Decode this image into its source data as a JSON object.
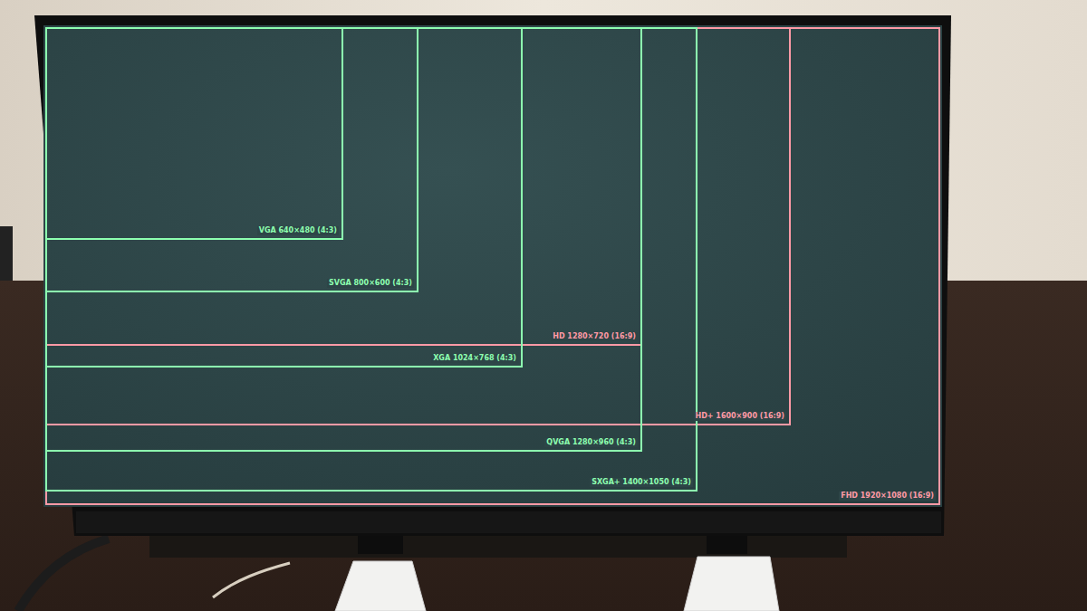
{
  "diagram": {
    "nodes": [
      {
        "text": [
          "FHD 1920×1080 (16:9)"
        ]
      },
      {
        "text": [
          "HD+ 1600×900 (16:9)"
        ],
        "in": 0
      },
      {
        "text": [
          "HD 1280×720 (16:9)"
        ],
        "in": 1
      },
      {
        "text": [
          "SXGA+ 1400×1050 (4:3)"
        ],
        "in": 0
      },
      {
        "text": [
          "QVGA 1280×960 (4:3)"
        ],
        "in": 3
      },
      {
        "text": [
          "XGA 1024×768 (4:3)"
        ],
        "in": 4
      },
      {
        "text": [
          "SVGA 800×600 (4:3)"
        ],
        "in": 5
      },
      {
        "text": [
          "VGA 640×480 (4:3)"
        ],
        "in": 6
      }
    ]
  }
}
